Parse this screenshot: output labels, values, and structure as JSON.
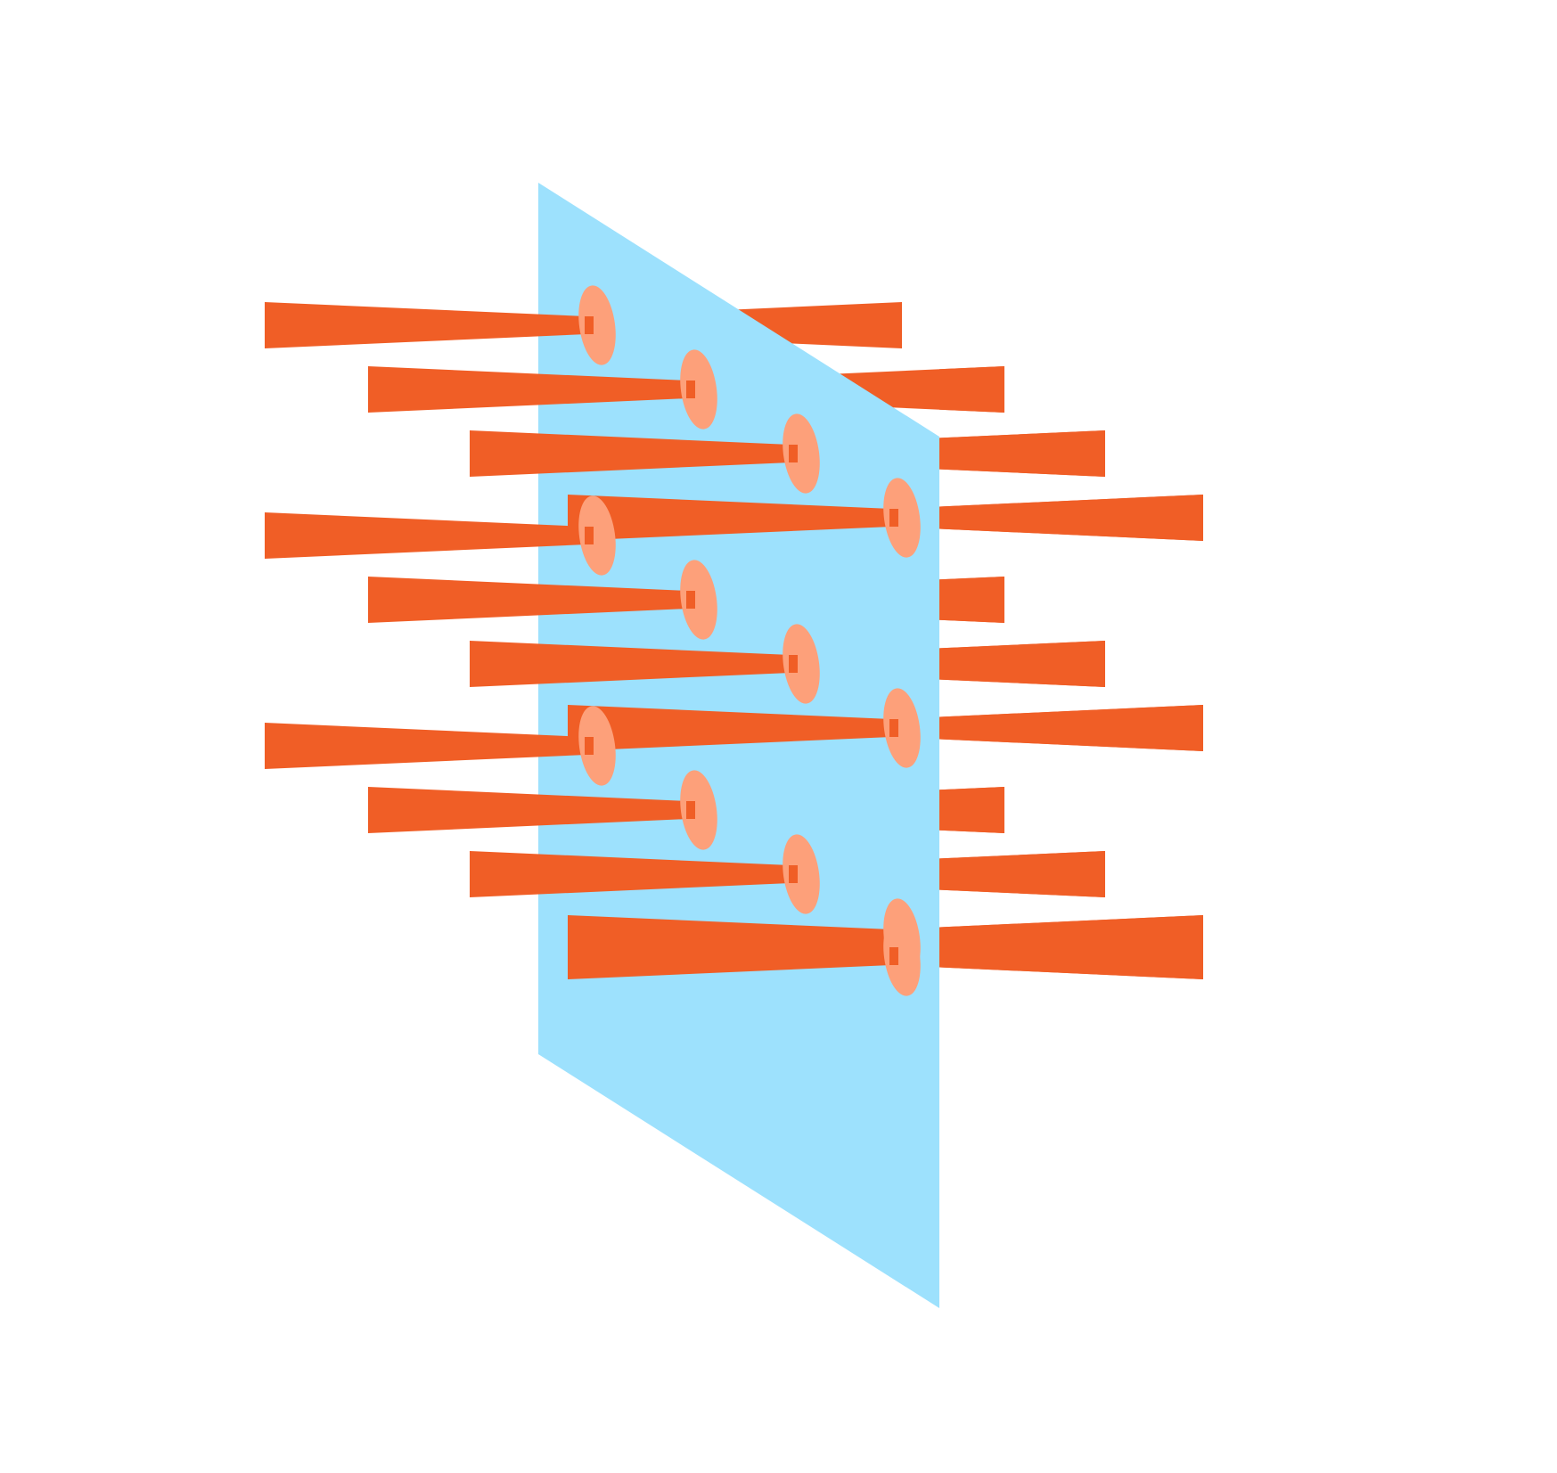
{
  "diagram": {
    "colors": {
      "background": "#ffffff",
      "plane": "#9de1fd",
      "spike": "#f05e26",
      "intersection_ellipse": "#fda07a"
    },
    "elements": {
      "plane": "translucent-plane",
      "spikes": "tapered-spike",
      "intersection": "ellipse-marker"
    },
    "grid": {
      "rows_of_spikes": 4,
      "spikes_per_group": 3,
      "extra_bottom_spike": 1
    }
  }
}
